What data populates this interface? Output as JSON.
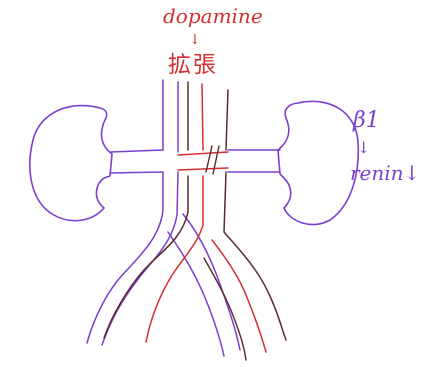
{
  "labels": {
    "dopamine": "dopamine",
    "down_arrow_1": "↓",
    "dilation": "拡張",
    "beta1": "β1",
    "down_arrow_2": "↓",
    "renin_down": "renin↓"
  },
  "colors": {
    "red_ink": "#d32f2f",
    "purple_ink": "#7b3fd0",
    "dark_ink": "#5a2a2a",
    "background": "#ffffff"
  }
}
